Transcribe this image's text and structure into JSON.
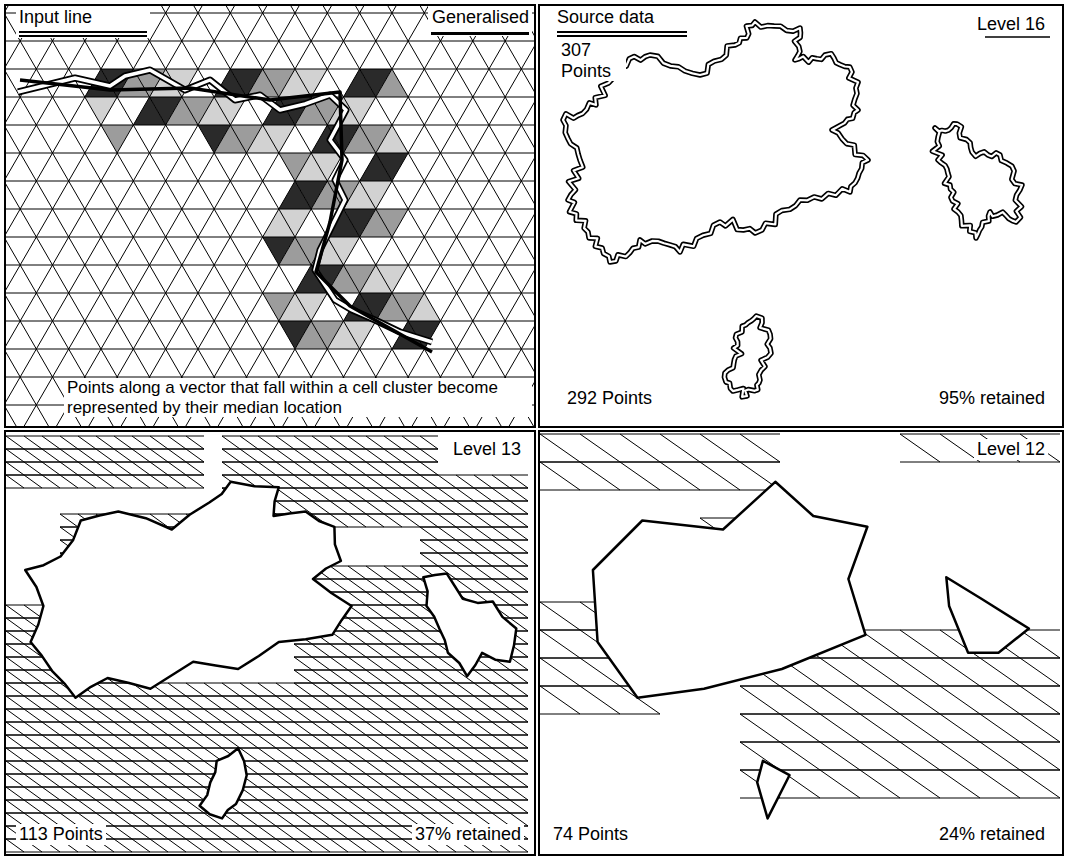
{
  "diagram": {
    "nodes": [
      {
        "text": [
          "Points along a vector that fall within a cell cluster become represented by their median location"
        ]
      },
      {
        "text": [
          "Level 16",
          "307 Points",
          "292 Points",
          "95% retained"
        ]
      },
      {
        "text": [
          "Level 13",
          "113 Points",
          "37% retained"
        ]
      },
      {
        "text": [
          "Level 12",
          "74 Points",
          "24% retained"
        ]
      }
    ],
    "legend": [
      {
        "text": "Input line"
      },
      {
        "text": "Generalised"
      },
      {
        "text": "Source data"
      }
    ]
  }
}
